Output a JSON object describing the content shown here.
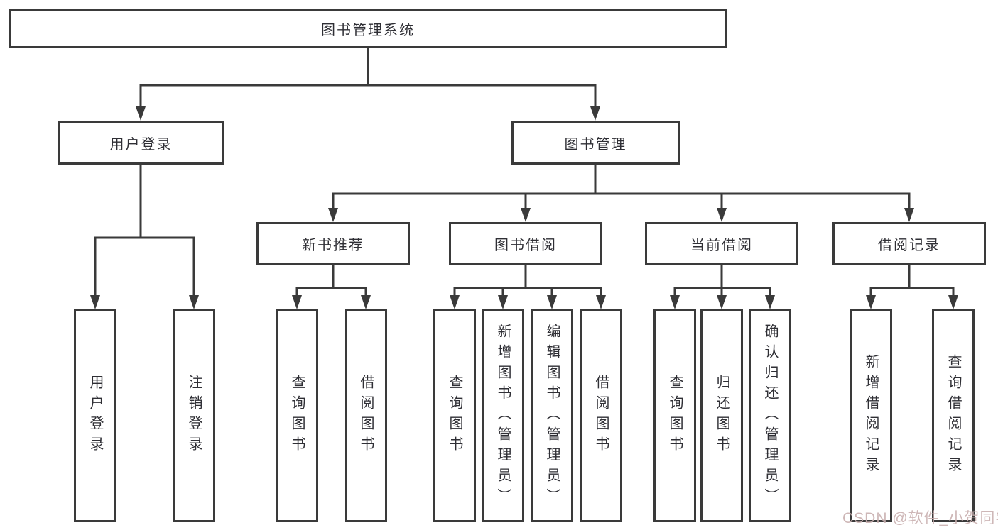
{
  "diagram": {
    "title": "图书管理系统",
    "type": "feature-tree"
  },
  "colors": {
    "line": "#3a3a3a",
    "text": "#2f2f35",
    "background": "#ffffff",
    "watermark": "#c9b0b0"
  },
  "watermark": {
    "text": "CSDN @软件_小贺同学"
  },
  "tree": {
    "label": "图书管理系统",
    "children": [
      {
        "label": "用户登录",
        "children": [
          {
            "label": "用户登录"
          },
          {
            "label": "注销登录"
          }
        ]
      },
      {
        "label": "图书管理",
        "children": [
          {
            "label": "新书推荐",
            "children": [
              {
                "label": "查询图书"
              },
              {
                "label": "借阅图书"
              }
            ]
          },
          {
            "label": "图书借阅",
            "children": [
              {
                "label": "查询图书"
              },
              {
                "label": "新增图书（管理员）"
              },
              {
                "label": "编辑图书（管理员）"
              },
              {
                "label": "借阅图书"
              }
            ]
          },
          {
            "label": "当前借阅",
            "children": [
              {
                "label": "查询图书"
              },
              {
                "label": "归还图书"
              },
              {
                "label": "确认归还（管理员）"
              }
            ]
          },
          {
            "label": "借阅记录",
            "children": [
              {
                "label": "新增借阅记录"
              },
              {
                "label": "查询借阅记录"
              }
            ]
          }
        ]
      }
    ]
  }
}
